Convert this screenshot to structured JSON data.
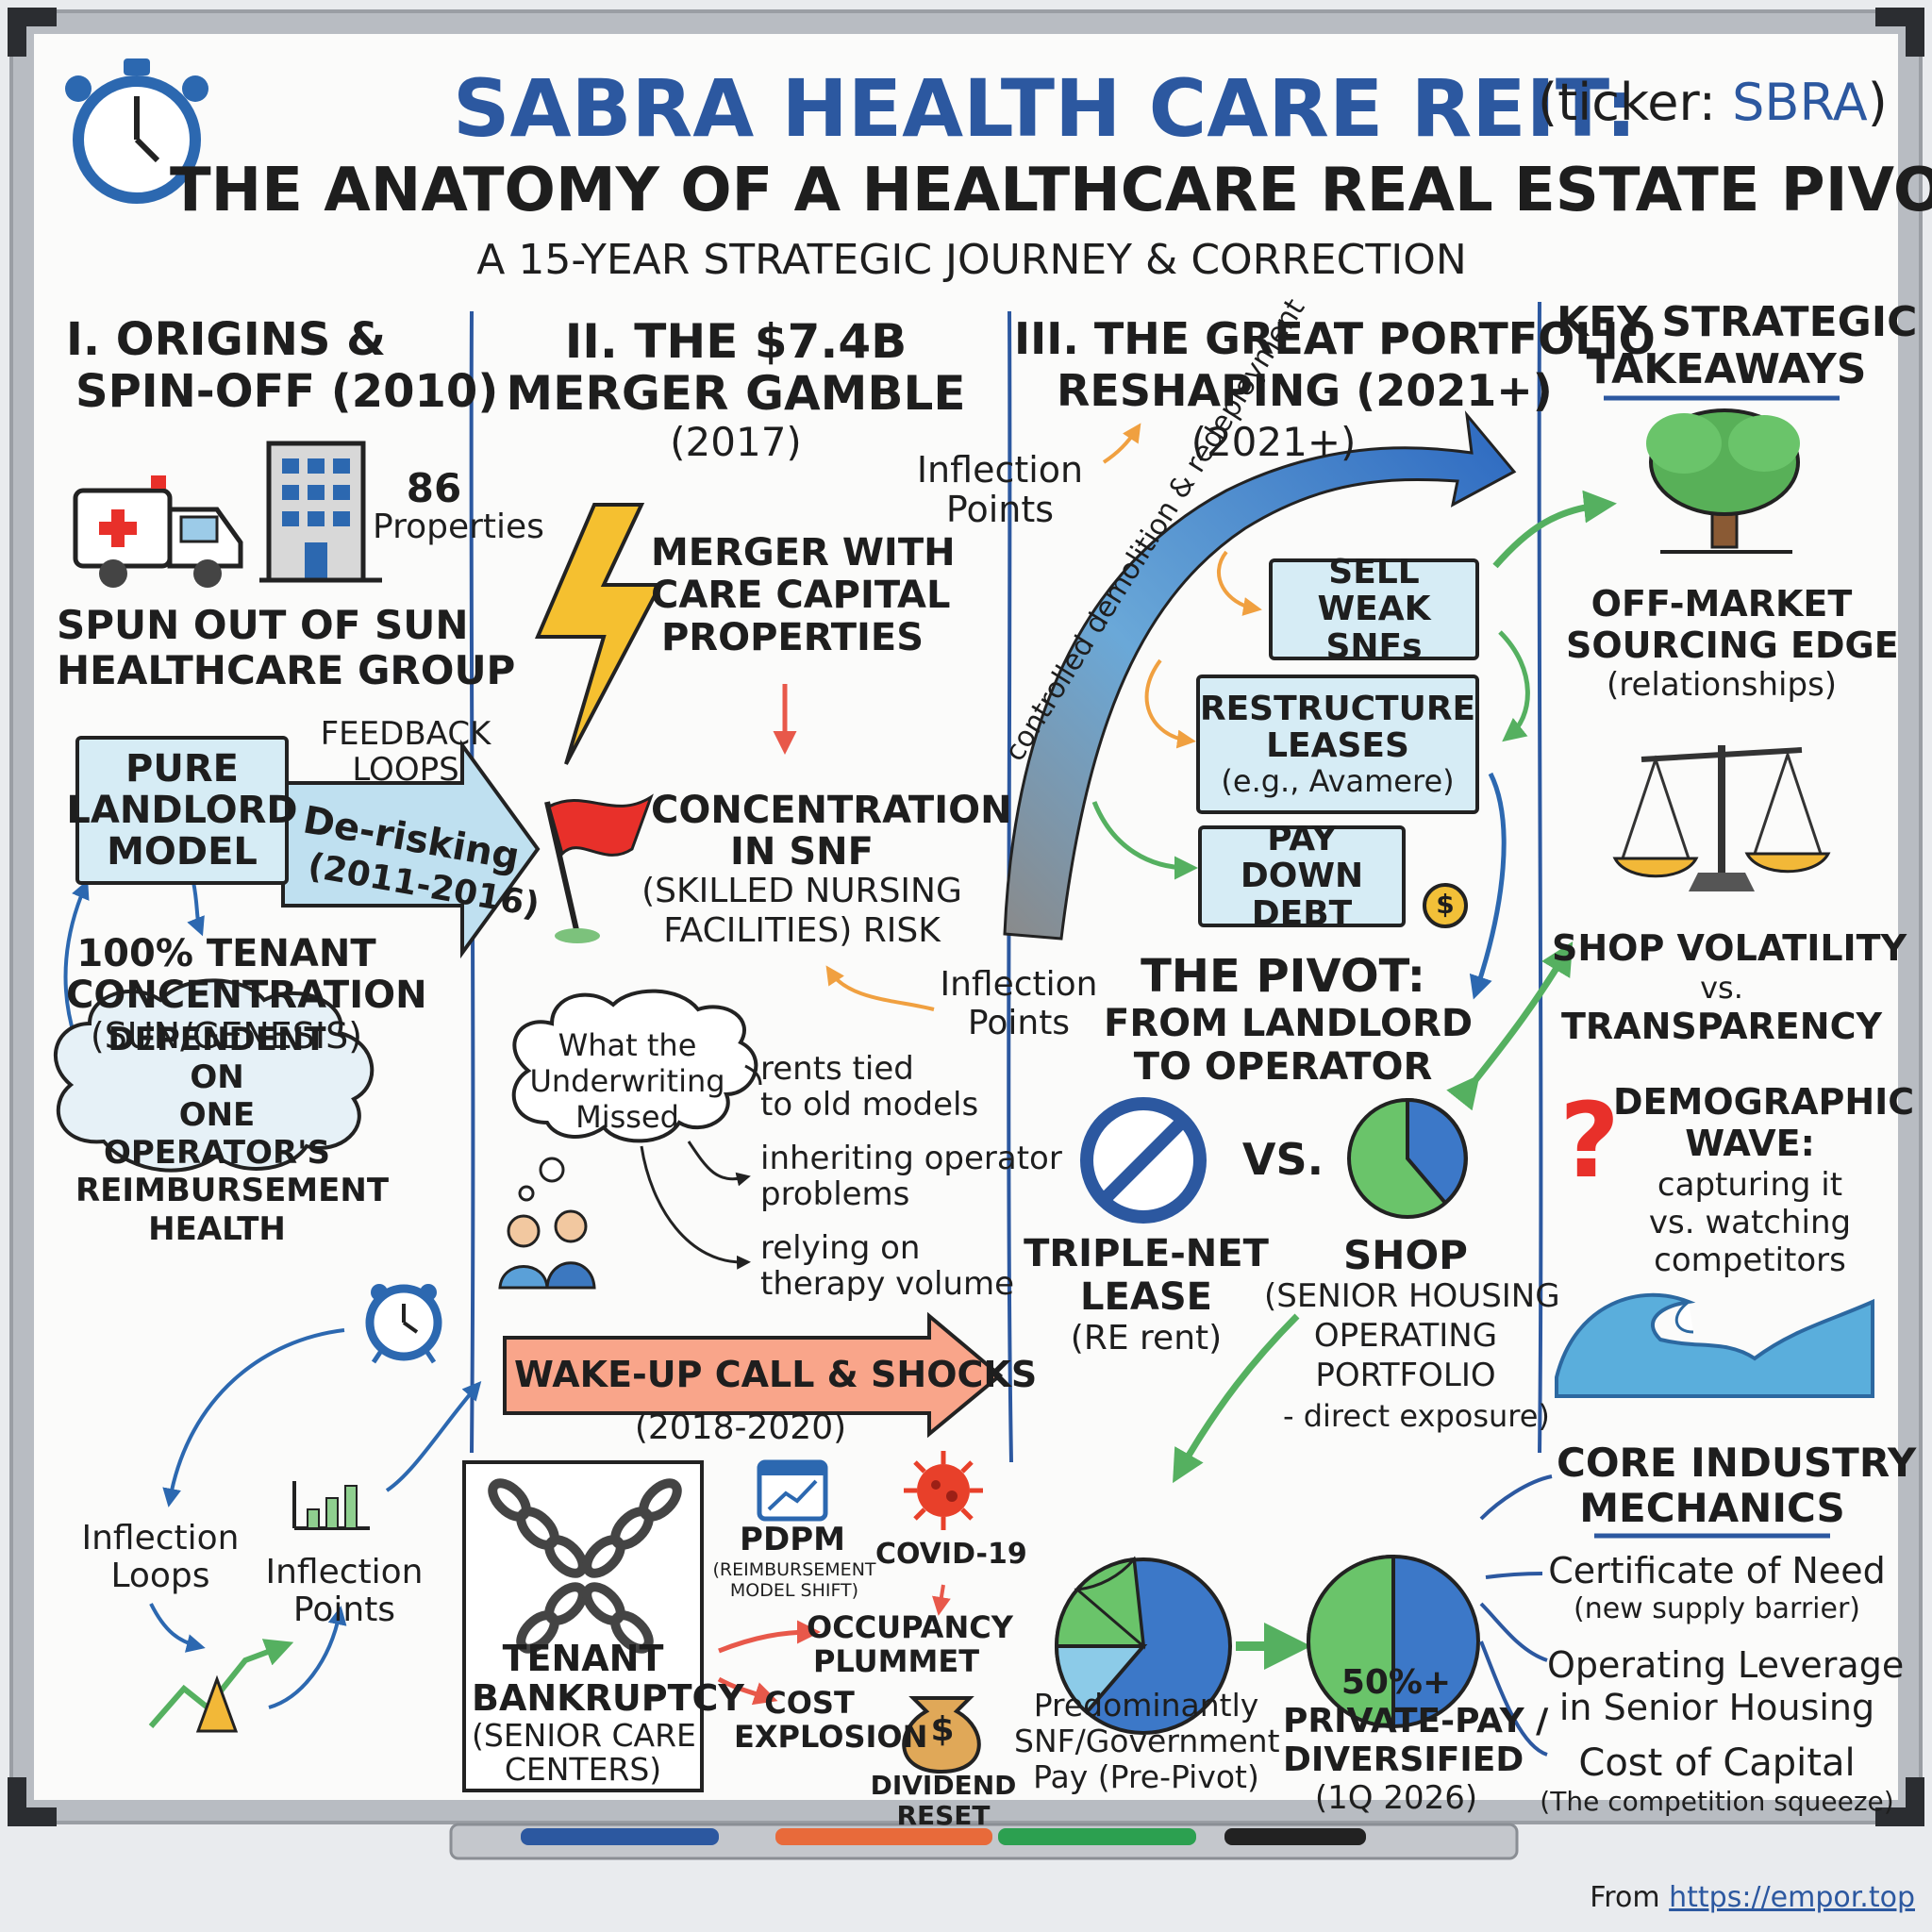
{
  "title": {
    "main": "SABRA HEALTH CARE REIT:",
    "ticker_prefix": "(ticker: ",
    "ticker": "SBRA",
    "ticker_suffix": ")",
    "subtitle": "THE ANATOMY OF A HEALTHCARE REAL ESTATE PIVOT",
    "tagline": "A 15-YEAR STRATEGIC JOURNEY & CORRECTION"
  },
  "s1": {
    "heading1": "I. ORIGINS &",
    "heading2": "SPIN-OFF (2010)",
    "props_count": "86",
    "props_label": "Properties",
    "spun1": "SPUN OUT OF SUN",
    "spun2": "HEALTHCARE GROUP",
    "feedback1": "FEEDBACK",
    "feedback2": "LOOPS",
    "model1": "PURE",
    "model2": "LANDLORD",
    "model3": "MODEL",
    "derisk1": "De-risking",
    "derisk2": "(2011-2016)",
    "conc1": "100% TENANT",
    "conc2": "CONCENTRATION",
    "conc3": "(SUN/GENESIS)",
    "cloud1": "DEPENDENT ON",
    "cloud2": "ONE OPERATOR'S",
    "cloud3": "REIMBURSEMENT",
    "cloud4": "HEALTH",
    "loops1": "Inflection",
    "loops2": "Loops",
    "points1": "Inflection",
    "points2": "Points"
  },
  "s2": {
    "heading1": "II. THE $7.4B",
    "heading2": "MERGER GAMBLE",
    "heading3": "(2017)",
    "merger1": "MERGER WITH",
    "merger2": "CARE CAPITAL",
    "merger3": "PROPERTIES",
    "risk1": "CONCENTRATION",
    "risk2": "IN SNF",
    "risk3": "(SKILLED NURSING",
    "risk4": "FACILITIES) RISK",
    "infl1": "Inflection",
    "infl2": "Points",
    "thought1": "What the",
    "thought2": "Underwriting",
    "thought3": "Missed",
    "miss1a": "rents tied",
    "miss1b": "to old models",
    "miss2a": "inheriting operator",
    "miss2b": "problems",
    "miss3a": "relying on",
    "miss3b": "therapy volume",
    "wake": "WAKE-UP CALL & SHOCKS",
    "wake_years": "(2018-2020)",
    "bk1": "TENANT",
    "bk2": "BANKRUPTCY",
    "bk3": "(SENIOR CARE",
    "bk4": "CENTERS)",
    "pdpm": "PDPM",
    "pdpm_sub1": "(REIMBURSEMENT",
    "pdpm_sub2": "MODEL SHIFT)",
    "covid": "COVID-19",
    "occ1": "OCCUPANCY",
    "occ2": "PLUMMET",
    "cost1": "COST",
    "cost2": "EXPLOSION",
    "div1": "DIVIDEND",
    "div2": "RESET"
  },
  "s3": {
    "heading1": "III. THE GREAT PORTFOLIO",
    "heading2": "RESHAPING (2021+)",
    "heading3": "(2021+)",
    "infl1": "Inflection",
    "infl2": "Points",
    "arc_text": "controlled demolition & redeployment",
    "sell1": "SELL",
    "sell2": "WEAK SNFs",
    "restr1": "RESTRUCTURE",
    "restr2": "LEASES",
    "restr3": "(e.g., Avamere)",
    "debt1": "PAY DOWN",
    "debt2": "DEBT",
    "pivot1": "THE PIVOT:",
    "pivot2": "FROM LANDLORD",
    "pivot3": "TO OPERATOR",
    "vs": "VS.",
    "tnl1": "TRIPLE-NET",
    "tnl2": "LEASE",
    "tnl3": "(RE rent)",
    "shop1": "SHOP",
    "shop2": "(SENIOR HOUSING",
    "shop3": "OPERATING",
    "shop4": "PORTFOLIO",
    "shop5": "- direct exposure)",
    "pre1": "Predominantly",
    "pre2": "SNF/Government",
    "pre3": "Pay (Pre-Pivot)",
    "post1": "50%+",
    "post2": "PRIVATE-PAY /",
    "post3": "DIVERSIFIED",
    "post4": "(1Q 2026)"
  },
  "s4": {
    "heading1": "KEY STRATEGIC",
    "heading2": "TAKEAWAYS",
    "off1": "OFF-MARKET",
    "off2": "SOURCING EDGE",
    "off3": "(relationships)",
    "shopv1": "SHOP VOLATILITY",
    "shopv2": "vs.",
    "shopv3": "TRANSPARENCY",
    "demo1": "DEMOGRAPHIC",
    "demo2": "WAVE:",
    "demo3": "capturing it",
    "demo4": "vs. watching",
    "demo5": "competitors",
    "core1": "CORE INDUSTRY",
    "core2": "MECHANICS",
    "cert1": "Certificate of Need",
    "cert2": "(new supply barrier)",
    "oplev1": "Operating Leverage",
    "oplev2": "in Senior Housing",
    "coc1": "Cost of Capital",
    "coc2": "(The competition squeeze)"
  },
  "footer": {
    "from": "From ",
    "url": "https://empor.top"
  },
  "icons": {
    "stopwatch": "stopwatch-icon",
    "ambulance": "ambulance-icon",
    "building": "building-icon",
    "bolt": "lightning-bolt-icon",
    "flag": "red-flag-icon",
    "alarm": "alarm-clock-icon",
    "chains": "broken-chains-icon",
    "calendar": "calendar-chart-icon",
    "virus": "virus-icon",
    "moneybag": "money-bag-icon",
    "coin": "coin-icon",
    "tree": "tree-icon",
    "scales": "scales-icon",
    "question": "question-mark-icon",
    "wave": "wave-icon"
  },
  "colors": {
    "title_blue": "#2c58a0",
    "box_fill": "#d6ecf5",
    "green": "#5cb85c",
    "orange": "#f0a040",
    "red": "#e8584a",
    "frame": "#b8bcc2"
  }
}
